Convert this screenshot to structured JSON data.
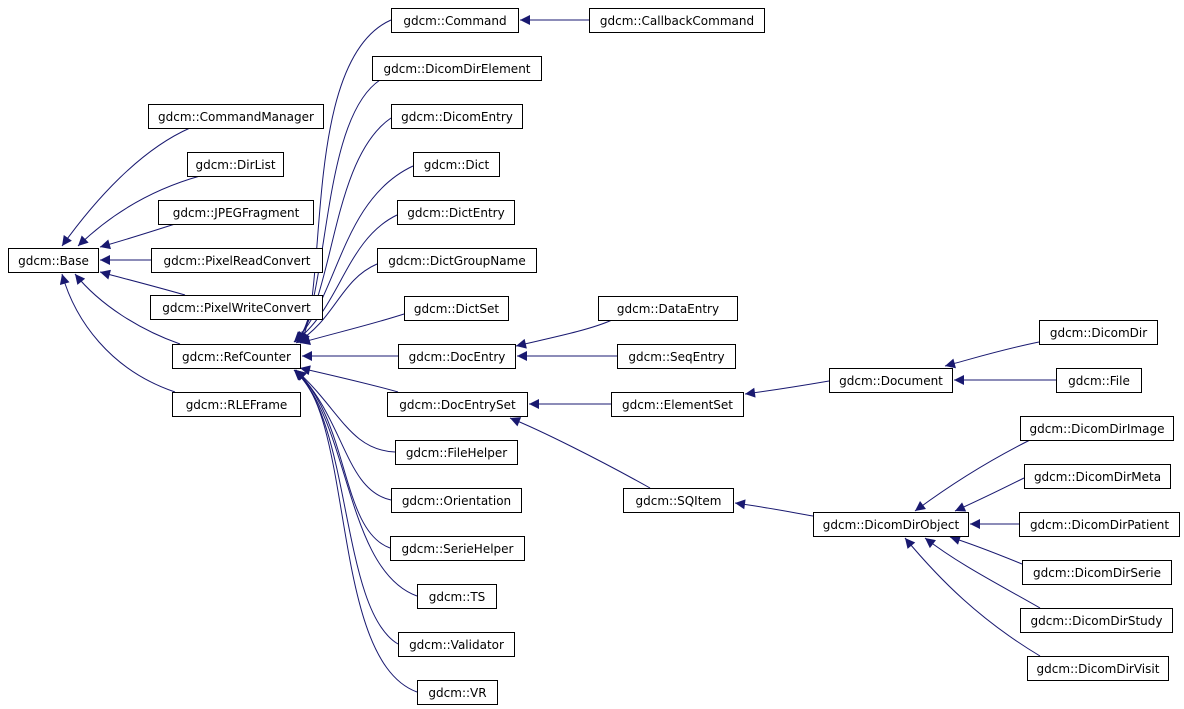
{
  "colors": {
    "edge": "#191970",
    "node_border": "#000000",
    "node_fill": "#ffffff"
  },
  "nodes": {
    "base": "gdcm::Base",
    "command_manager": "gdcm::CommandManager",
    "dir_list": "gdcm::DirList",
    "jpeg_fragment": "gdcm::JPEGFragment",
    "pixel_read_convert": "gdcm::PixelReadConvert",
    "pixel_write_convert": "gdcm::PixelWriteConvert",
    "ref_counter": "gdcm::RefCounter",
    "rle_frame": "gdcm::RLEFrame",
    "command": "gdcm::Command",
    "callback_command": "gdcm::CallbackCommand",
    "dicom_dir_element": "gdcm::DicomDirElement",
    "dicom_entry": "gdcm::DicomEntry",
    "dict": "gdcm::Dict",
    "dict_entry": "gdcm::DictEntry",
    "dict_group_name": "gdcm::DictGroupName",
    "dict_set": "gdcm::DictSet",
    "doc_entry": "gdcm::DocEntry",
    "data_entry": "gdcm::DataEntry",
    "seq_entry": "gdcm::SeqEntry",
    "doc_entry_set": "gdcm::DocEntrySet",
    "element_set": "gdcm::ElementSet",
    "document": "gdcm::Document",
    "dicom_dir": "gdcm::DicomDir",
    "file": "gdcm::File",
    "file_helper": "gdcm::FileHelper",
    "orientation": "gdcm::Orientation",
    "serie_helper": "gdcm::SerieHelper",
    "ts": "gdcm::TS",
    "validator": "gdcm::Validator",
    "vr": "gdcm::VR",
    "sq_item": "gdcm::SQItem",
    "dicom_dir_object": "gdcm::DicomDirObject",
    "dicom_dir_image": "gdcm::DicomDirImage",
    "dicom_dir_meta": "gdcm::DicomDirMeta",
    "dicom_dir_patient": "gdcm::DicomDirPatient",
    "dicom_dir_serie": "gdcm::DicomDirSerie",
    "dicom_dir_study": "gdcm::DicomDirStudy",
    "dicom_dir_visit": "gdcm::DicomDirVisit"
  },
  "edges": [
    [
      "command_manager",
      "base"
    ],
    [
      "dir_list",
      "base"
    ],
    [
      "jpeg_fragment",
      "base"
    ],
    [
      "pixel_read_convert",
      "base"
    ],
    [
      "pixel_write_convert",
      "base"
    ],
    [
      "ref_counter",
      "base"
    ],
    [
      "rle_frame",
      "base"
    ],
    [
      "command",
      "ref_counter"
    ],
    [
      "dicom_dir_element",
      "ref_counter"
    ],
    [
      "dicom_entry",
      "ref_counter"
    ],
    [
      "dict",
      "ref_counter"
    ],
    [
      "dict_entry",
      "ref_counter"
    ],
    [
      "dict_group_name",
      "ref_counter"
    ],
    [
      "dict_set",
      "ref_counter"
    ],
    [
      "doc_entry",
      "ref_counter"
    ],
    [
      "doc_entry_set",
      "ref_counter"
    ],
    [
      "file_helper",
      "ref_counter"
    ],
    [
      "orientation",
      "ref_counter"
    ],
    [
      "serie_helper",
      "ref_counter"
    ],
    [
      "ts",
      "ref_counter"
    ],
    [
      "validator",
      "ref_counter"
    ],
    [
      "vr",
      "ref_counter"
    ],
    [
      "callback_command",
      "command"
    ],
    [
      "data_entry",
      "doc_entry"
    ],
    [
      "seq_entry",
      "doc_entry"
    ],
    [
      "element_set",
      "doc_entry_set"
    ],
    [
      "sq_item",
      "doc_entry_set"
    ],
    [
      "document",
      "element_set"
    ],
    [
      "dicom_dir",
      "document"
    ],
    [
      "file",
      "document"
    ],
    [
      "dicom_dir_object",
      "sq_item"
    ],
    [
      "dicom_dir_image",
      "dicom_dir_object"
    ],
    [
      "dicom_dir_meta",
      "dicom_dir_object"
    ],
    [
      "dicom_dir_patient",
      "dicom_dir_object"
    ],
    [
      "dicom_dir_serie",
      "dicom_dir_object"
    ],
    [
      "dicom_dir_study",
      "dicom_dir_object"
    ],
    [
      "dicom_dir_visit",
      "dicom_dir_object"
    ]
  ]
}
